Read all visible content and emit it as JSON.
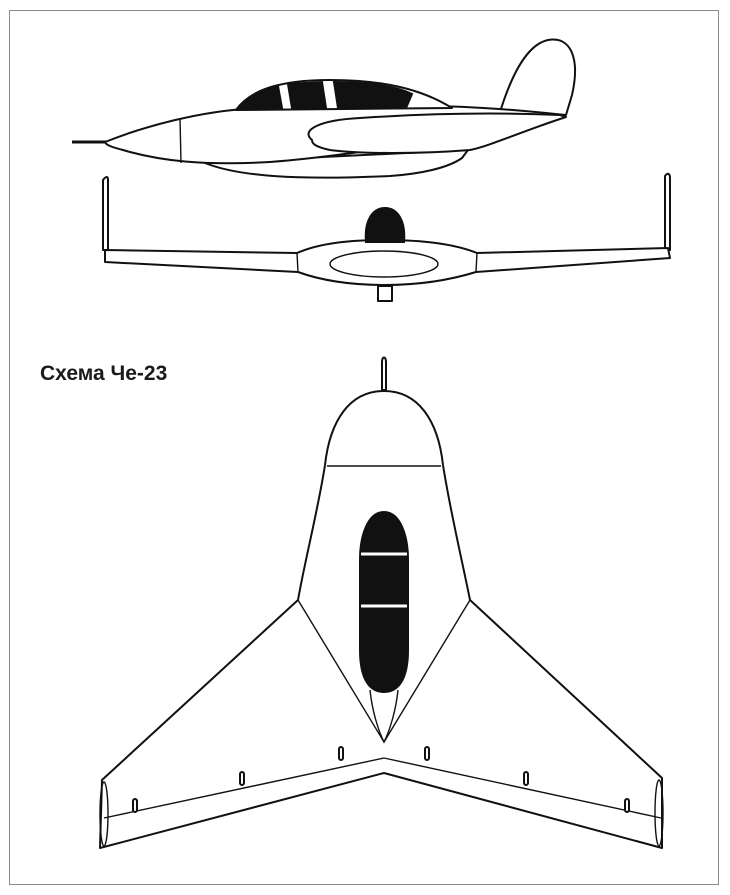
{
  "title": "Схема Че-23",
  "views": [
    "side-view",
    "front-view",
    "top-view"
  ],
  "colors": {
    "ink": "#111111",
    "frame": "#8a8a8a",
    "background": "#ffffff"
  }
}
